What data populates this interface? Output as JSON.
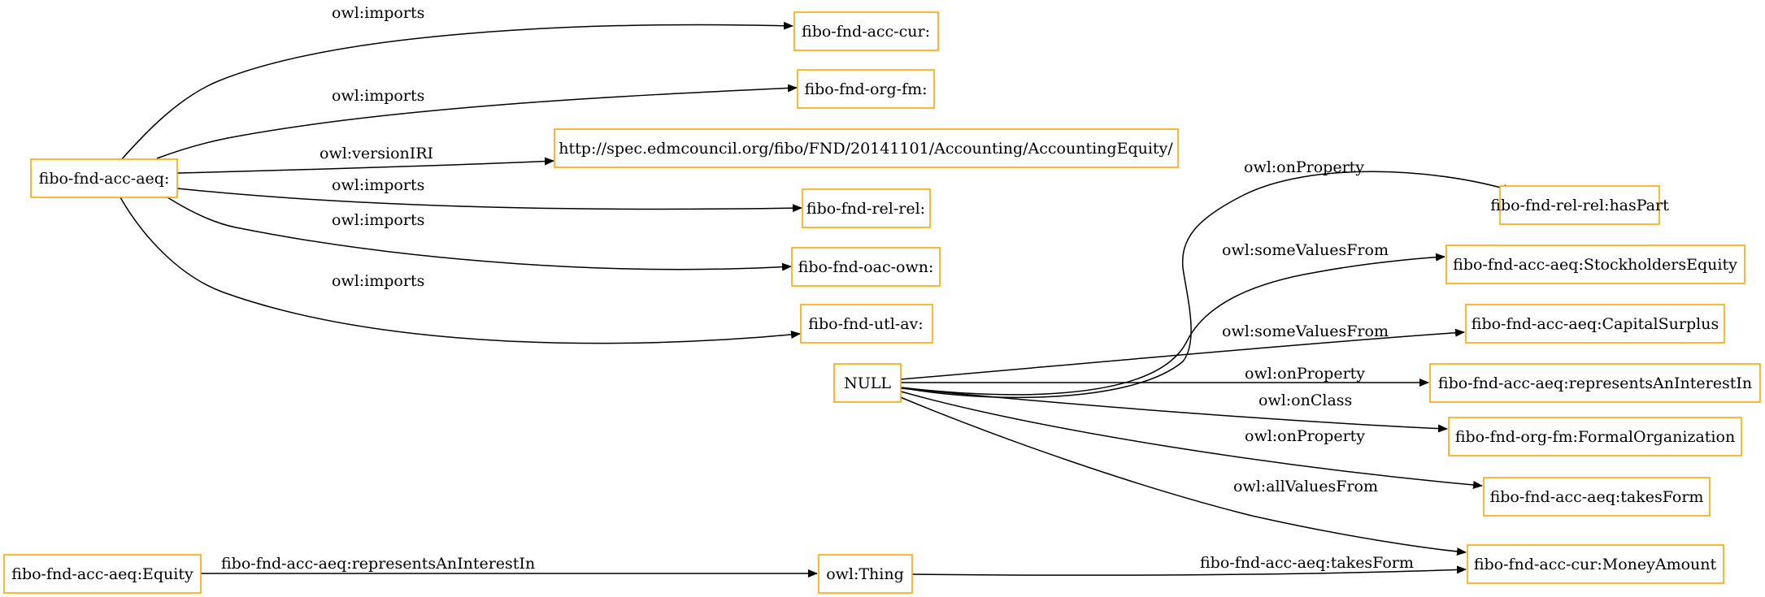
{
  "graph": {
    "colors": {
      "node_border": "#ffa500",
      "edge": "#000000",
      "background": "#ffffff"
    },
    "nodes": {
      "acc_aeq": "fibo-fnd-acc-aeq:",
      "acc_cur": "fibo-fnd-acc-cur:",
      "org_fm": "fibo-fnd-org-fm:",
      "version_iri": "http://spec.edmcouncil.org/fibo/FND/20141101/Accounting/AccountingEquity/",
      "rel_rel": "fibo-fnd-rel-rel:",
      "oac_own": "fibo-fnd-oac-own:",
      "utl_av": "fibo-fnd-utl-av:",
      "null": "NULL",
      "has_part": "fibo-fnd-rel-rel:hasPart",
      "stockholders_equity": "fibo-fnd-acc-aeq:StockholdersEquity",
      "capital_surplus": "fibo-fnd-acc-aeq:CapitalSurplus",
      "represents_interest": "fibo-fnd-acc-aeq:representsAnInterestIn",
      "formal_org": "fibo-fnd-org-fm:FormalOrganization",
      "takes_form": "fibo-fnd-acc-aeq:takesForm",
      "equity": "fibo-fnd-acc-aeq:Equity",
      "thing": "owl:Thing",
      "money_amount": "fibo-fnd-acc-cur:MoneyAmount"
    },
    "edges": {
      "imports_cur": "owl:imports",
      "imports_fm": "owl:imports",
      "version_iri": "owl:versionIRI",
      "imports_rel": "owl:imports",
      "imports_own": "owl:imports",
      "imports_av": "owl:imports",
      "on_property_haspart": "owl:onProperty",
      "some_values_stockholders": "owl:someValuesFrom",
      "some_values_capital": "owl:someValuesFrom",
      "on_property_represents": "owl:onProperty",
      "on_class_formal": "owl:onClass",
      "on_property_takes": "owl:onProperty",
      "all_values_money": "owl:allValuesFrom",
      "equity_represents": "fibo-fnd-acc-aeq:representsAnInterestIn",
      "thing_takes_form": "fibo-fnd-acc-aeq:takesForm"
    }
  }
}
